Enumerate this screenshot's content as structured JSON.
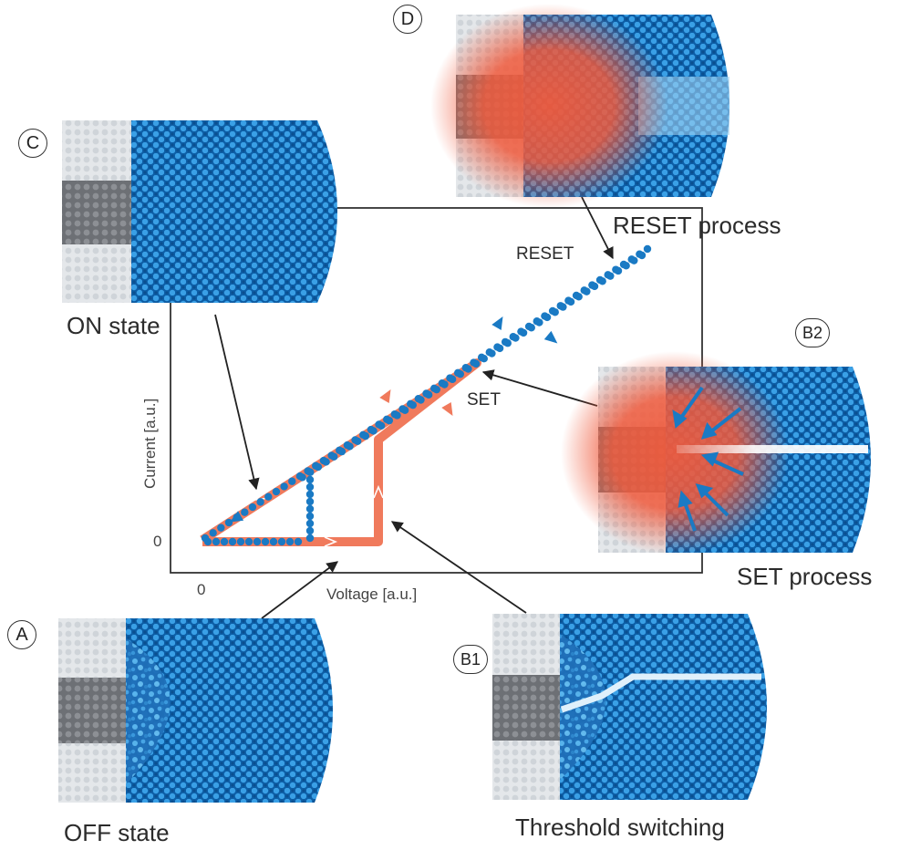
{
  "colors": {
    "lattice_blue": "#1b7fd0",
    "lattice_dark": "#0d5ea6",
    "filament_red": "#f05a3c",
    "curve_orange": "#f07a5c",
    "dot_blue": "#1a7ac4",
    "electrode_light": "#d8dde2",
    "electrode_dark": "#7c7f84"
  },
  "axes": {
    "xlabel": "Voltage [a.u.]",
    "ylabel": "Current [a.u.]",
    "x_zero": "0",
    "y_zero": "0"
  },
  "labels": {
    "set": "SET",
    "reset": "RESET"
  },
  "panels": {
    "A": {
      "marker": "A",
      "caption": "OFF state"
    },
    "B1": {
      "marker": "B1",
      "caption": "Threshold switching"
    },
    "B2": {
      "marker": "B2",
      "caption": "SET process"
    },
    "C": {
      "marker": "C",
      "caption": "ON state"
    },
    "D": {
      "marker": "D",
      "caption": "RESET process"
    }
  }
}
